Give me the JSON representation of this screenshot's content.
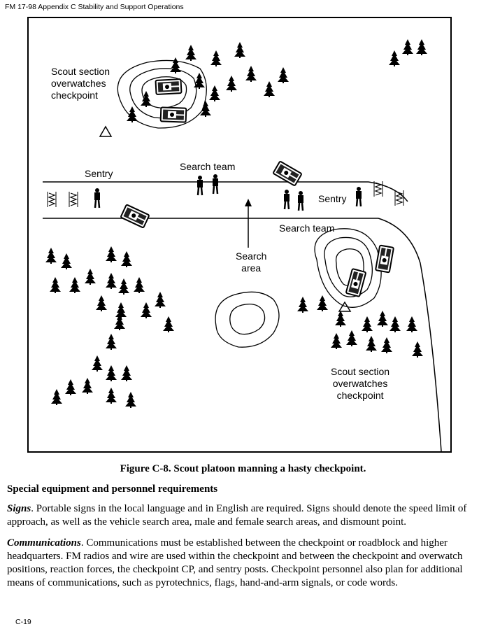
{
  "header": "FM 17-98 Appendix C Stability and Support Operations",
  "figure": {
    "labels": {
      "scout_top": [
        "Scout section",
        "overwatches",
        "checkpoint"
      ],
      "sentry_left": "Sentry",
      "search_team_top": "Search team",
      "sentry_right": "Sentry",
      "search_team_bottom": "Search team",
      "search_area": [
        "Search",
        "area"
      ],
      "scout_bottom": [
        "Scout section",
        "overwatches",
        "checkpoint"
      ]
    },
    "caption": "Figure C-8. Scout platoon manning a hasty checkpoint."
  },
  "section_heading": "Special equipment and personnel requirements",
  "paragraphs": [
    {
      "lead": "Signs",
      "text": ". Portable signs in the local language and in English are required. Signs should denote the speed limit of approach, as well as the vehicle search area, male and female search areas, and dismount point."
    },
    {
      "lead": "Communications",
      "text": ". Communications must be established between the checkpoint or roadblock and higher headquarters. FM radios and wire are used within the checkpoint and between the checkpoint and overwatch positions, reaction forces, the checkpoint CP, and sentry posts. Checkpoint personnel also plan for additional means of communications, such as pyrotechnics, flags, hand-and-arm signals, or code words."
    }
  ],
  "page_number": "C-19"
}
